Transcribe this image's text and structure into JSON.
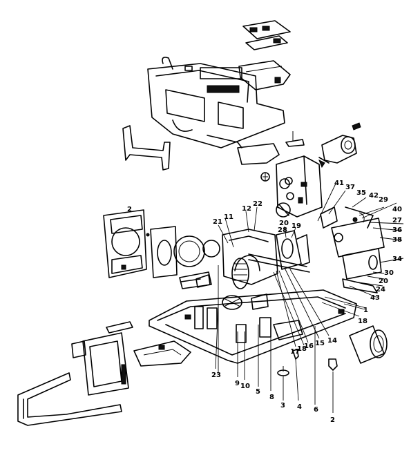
{
  "labels": {
    "l1": "1",
    "l2": "2",
    "l3": "3",
    "l4": "4",
    "l5": "5",
    "l6": "6",
    "l8": "8",
    "l9": "9",
    "l10": "10",
    "l11": "11",
    "l12": "12",
    "l14": "14",
    "l15": "15",
    "l16": "16",
    "l17": "17",
    "l18": "18",
    "l19": "19",
    "l20": "20",
    "l21": "21",
    "l22": "22",
    "l23": "23",
    "l24": "24",
    "l27": "27",
    "l28": "28",
    "l29": "29",
    "l30": "30",
    "l34": "34",
    "l35": "35",
    "l36": "36",
    "l37": "37",
    "l38": "38",
    "l40": "40",
    "l41": "41",
    "l42": "42",
    "l43": "43",
    "l2b": "2",
    "l18b": "18"
  }
}
